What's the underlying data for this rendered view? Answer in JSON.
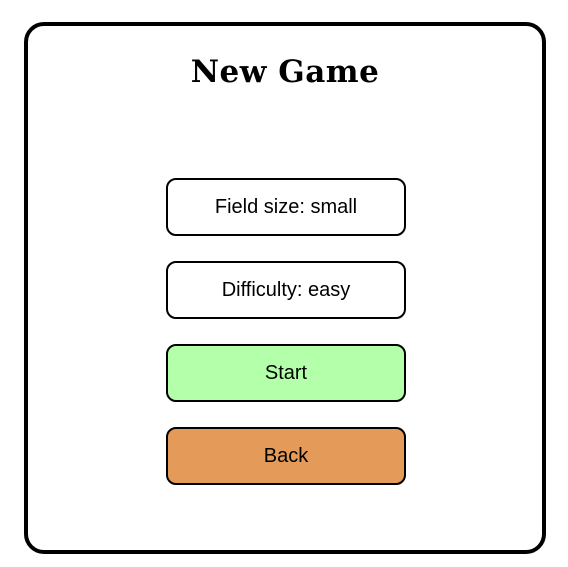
{
  "dialog": {
    "title": "New Game"
  },
  "menu": {
    "field_size": "Field size: small",
    "difficulty": "Difficulty: easy",
    "start": "Start",
    "back": "Back"
  },
  "colors": {
    "start_bg": "#b4ffaa",
    "back_bg": "#e49a58",
    "border": "#000000",
    "background": "#ffffff"
  }
}
